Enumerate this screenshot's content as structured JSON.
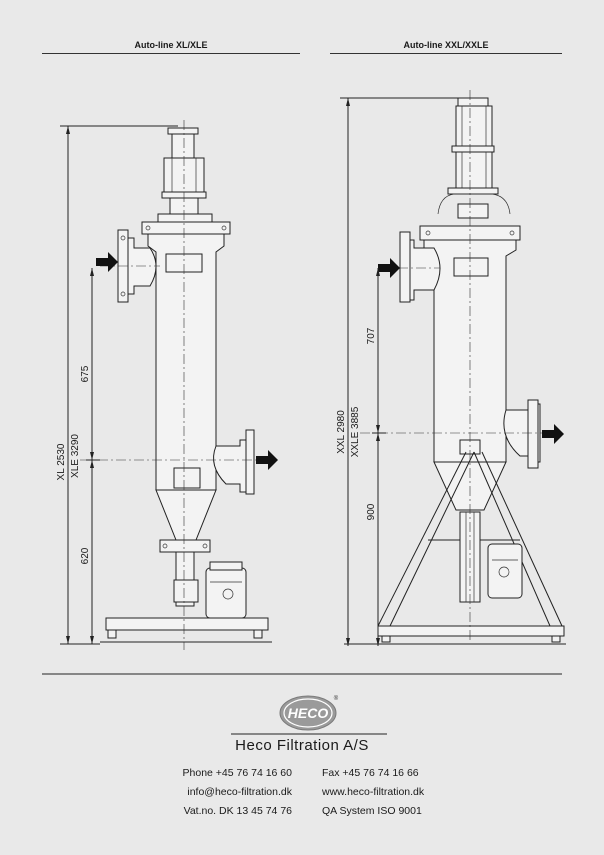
{
  "headers": {
    "left": "Auto-line XL/XLE",
    "right": "Auto-line XXL/XXLE"
  },
  "dimensions": {
    "left_675": "675",
    "left_620": "620",
    "left_xl": "XL 2530",
    "left_xle": "XLE 3290",
    "right_707": "707",
    "right_900": "900",
    "right_xxl": "XXL 2980",
    "right_xxle": "XXLE 3885"
  },
  "logo": {
    "text": "HECO",
    "registered": "®"
  },
  "company": "Heco Filtration A/S",
  "contact_left": [
    "Phone +45 76 74 16 60",
    "info@heco-filtration.dk",
    "Vat.no. DK 13 45 74 76"
  ],
  "contact_right": [
    "Fax +45 76 74 16 66",
    "www.heco-filtration.dk",
    "QA System ISO 9001"
  ]
}
